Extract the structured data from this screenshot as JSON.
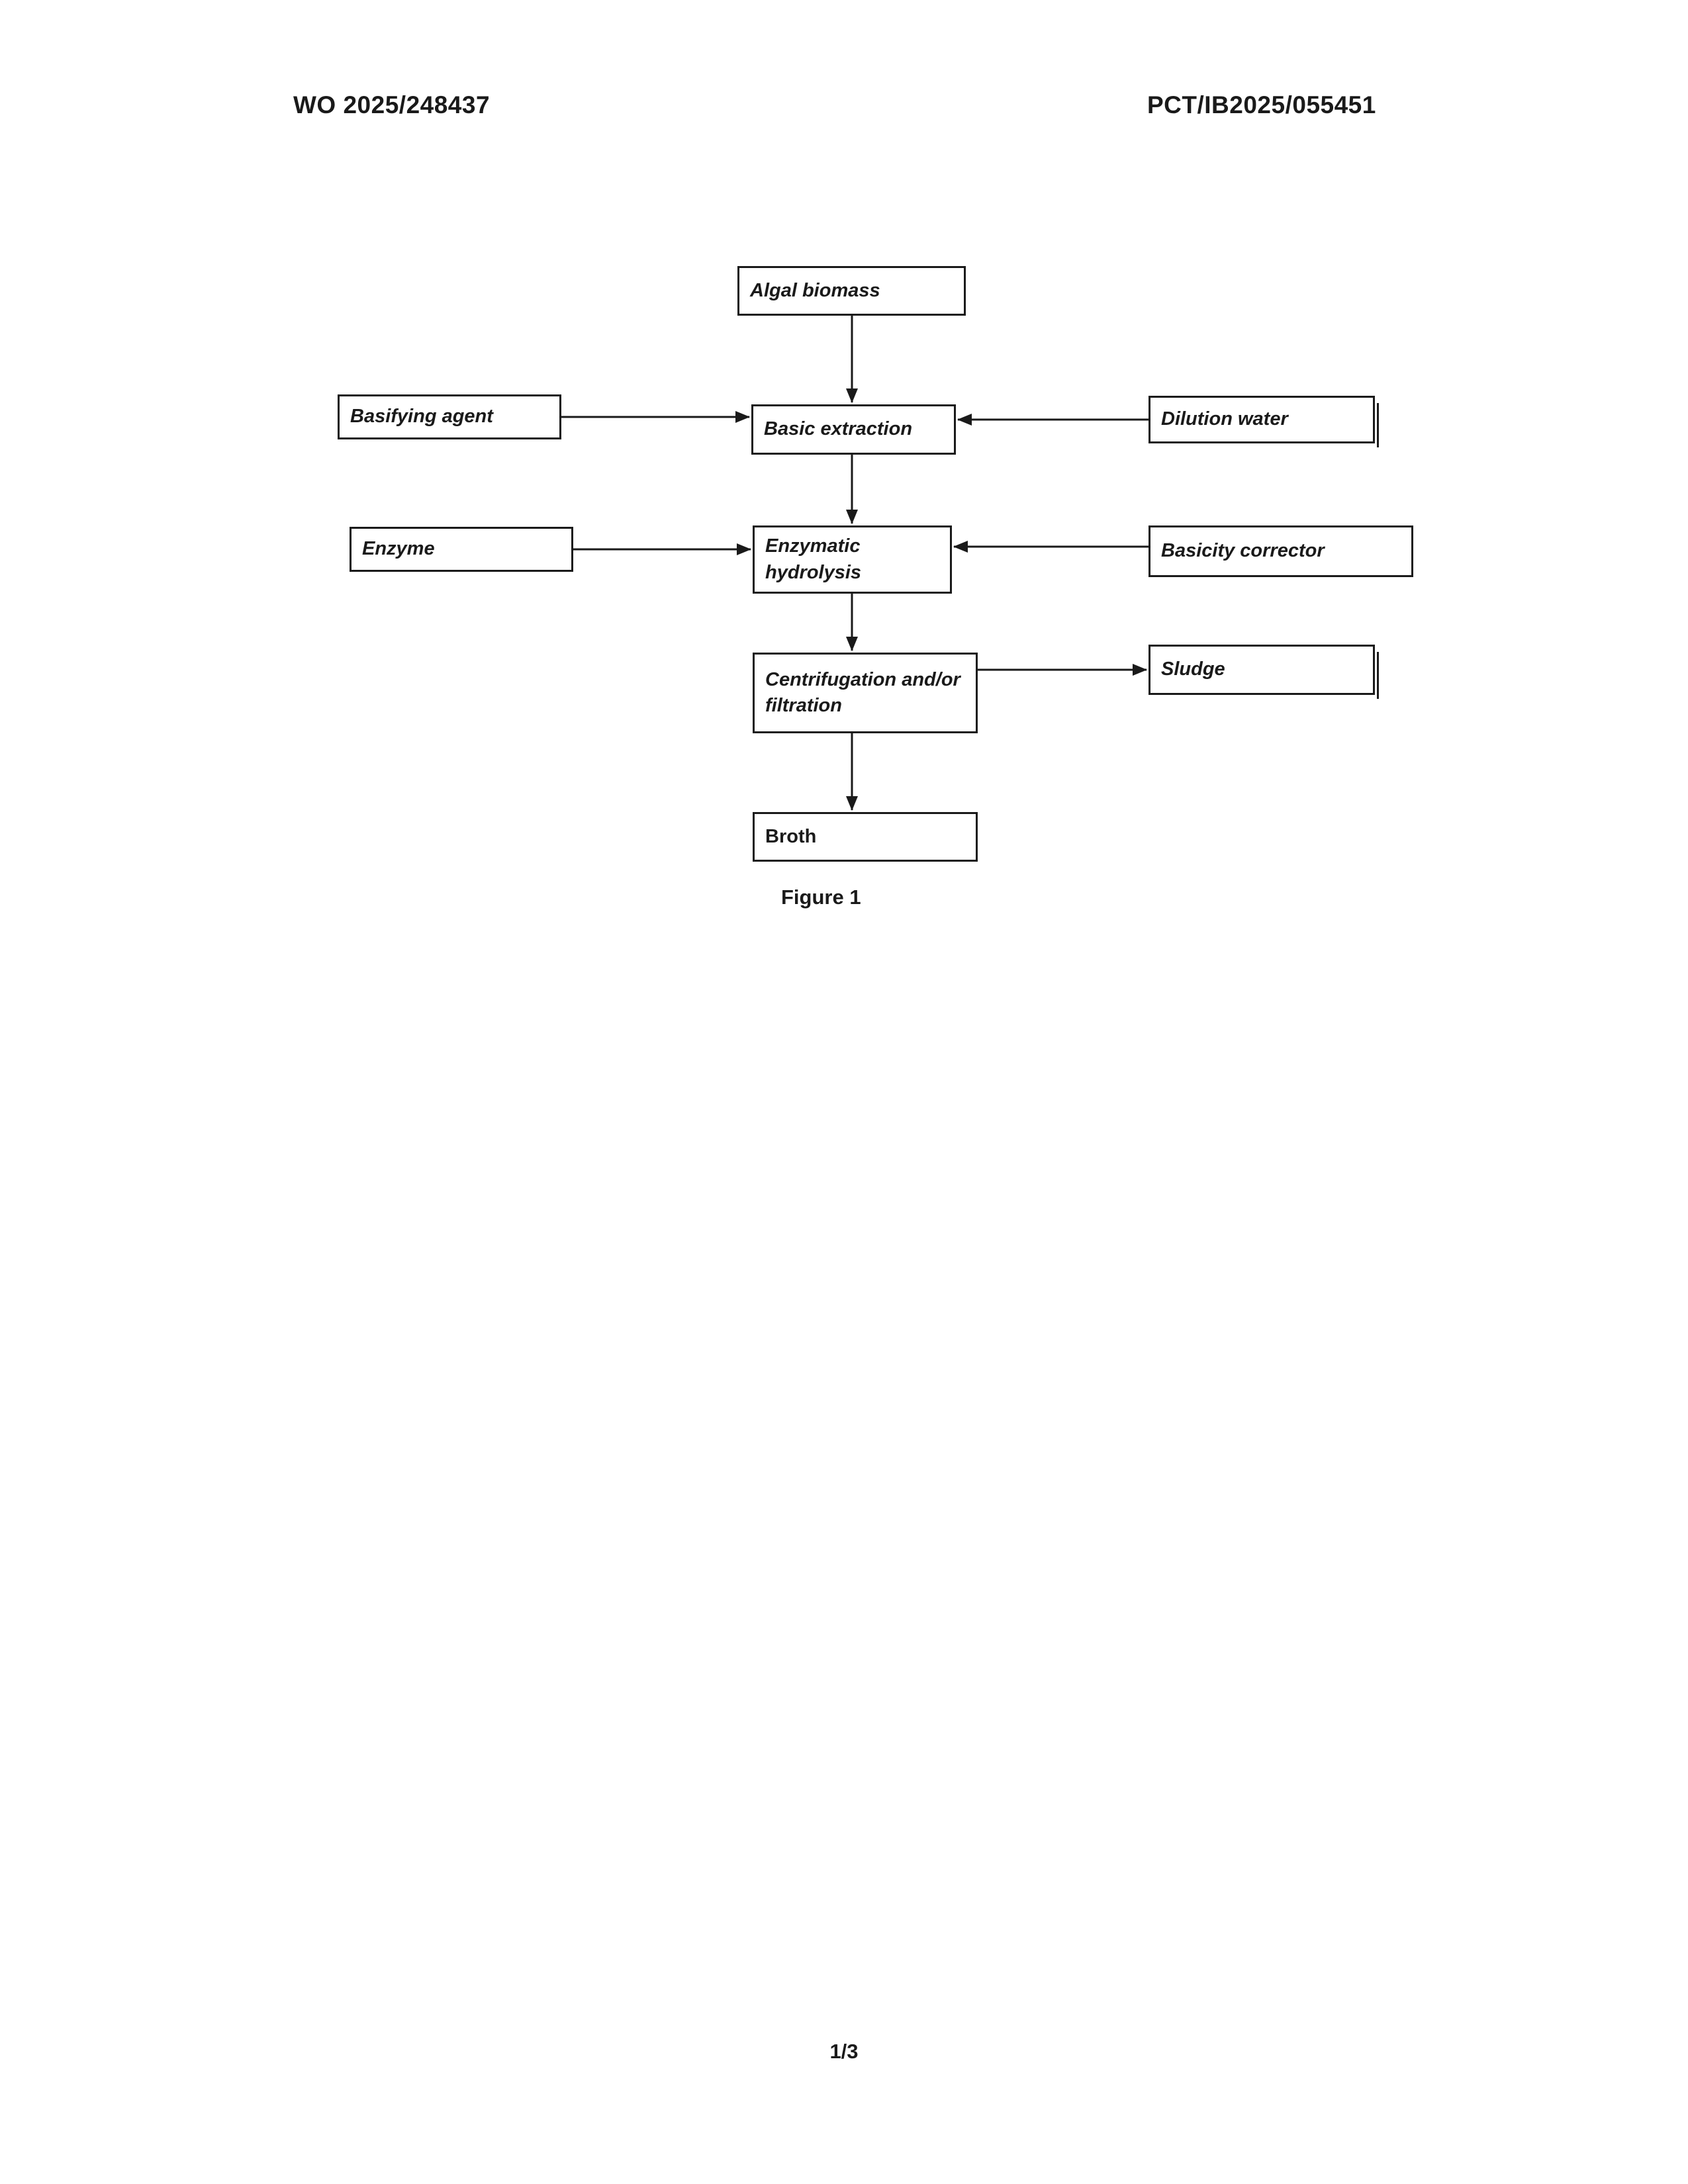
{
  "page": {
    "header_left": "WO 2025/248437",
    "header_right": "PCT/IB2025/055451",
    "caption": "Figure 1",
    "page_number": "1/3"
  },
  "flowchart": {
    "nodes": {
      "algal_biomass": "Algal biomass",
      "basifying_agent": "Basifying agent",
      "basic_extraction": "Basic extraction",
      "dilution_water": "Dilution water",
      "enzyme": "Enzyme",
      "enzymatic_hydrolysis": "Enzymatic hydrolysis",
      "basicity_corrector": "Basicity corrector",
      "centrifugation": "Centrifugation and/or filtration",
      "sludge": "Sludge",
      "broth": "Broth"
    },
    "edges": [
      {
        "from": "Algal biomass",
        "to": "Basic extraction"
      },
      {
        "from": "Basifying agent",
        "to": "Basic extraction"
      },
      {
        "from": "Dilution water",
        "to": "Basic extraction"
      },
      {
        "from": "Basic extraction",
        "to": "Enzymatic hydrolysis"
      },
      {
        "from": "Enzyme",
        "to": "Enzymatic hydrolysis"
      },
      {
        "from": "Basicity corrector",
        "to": "Enzymatic hydrolysis"
      },
      {
        "from": "Enzymatic hydrolysis",
        "to": "Centrifugation and/or filtration"
      },
      {
        "from": "Centrifugation and/or filtration",
        "to": "Sludge"
      },
      {
        "from": "Centrifugation and/or filtration",
        "to": "Broth"
      }
    ],
    "line_color": "#1a1a1a"
  }
}
